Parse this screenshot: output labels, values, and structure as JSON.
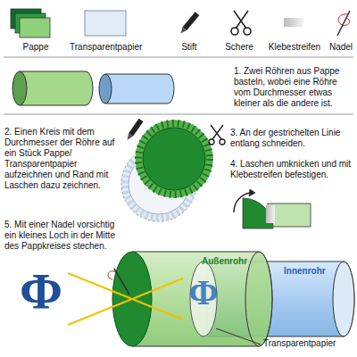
{
  "diagram": {
    "labels": [
      "Pappe",
      "Transparentpapier",
      "Stift",
      "Schere",
      "Klebestreifen",
      "Nadel",
      "1. Zwei Röhren aus Pappe basteln, wobei eine Röhre vom Durchmesser etwas kleiner als die andere ist.",
      "2. Einen Kreis mit dem Durchmesser der Röhre auf ein Stück Pappe/ Transparentpapier aufzeichnen und Rand mit Laschen dazu zeichnen.",
      "3. An der gestrichelten Linie entlang schneiden.",
      "4. Laschen umknicken und mit Klebestreifen befestigen.",
      "5. Mit einer Nadel vorsichtig ein kleines Loch in der Mitte des Pappkreises stechen.",
      "Außenrohr",
      "Innenrohr",
      "Transparentpapier",
      "Φ",
      "Φ"
    ]
  }
}
